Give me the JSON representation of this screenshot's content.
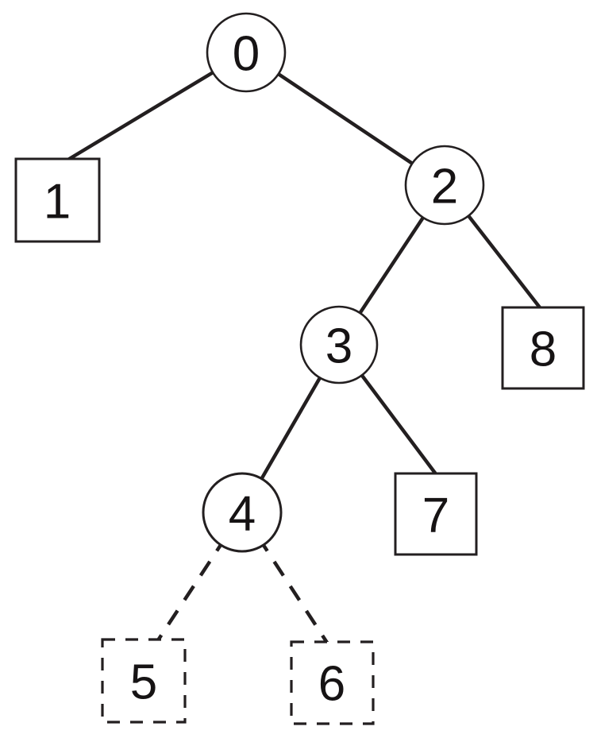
{
  "diagram": {
    "type": "binary-tree",
    "colors": {
      "background": "#FFFFFF",
      "line": "#231F20",
      "node_fill": "#FFFFFF",
      "highlight_fill": "#F390B8",
      "text": "#161314"
    },
    "nodes": [
      {
        "id": "0",
        "label": "0",
        "shape": "circle",
        "border": "solid",
        "highlighted": false
      },
      {
        "id": "1",
        "label": "1",
        "shape": "square",
        "border": "solid",
        "highlighted": false
      },
      {
        "id": "2",
        "label": "2",
        "shape": "circle",
        "border": "solid",
        "highlighted": false
      },
      {
        "id": "3",
        "label": "3",
        "shape": "circle",
        "border": "solid",
        "highlighted": false
      },
      {
        "id": "4",
        "label": "4",
        "shape": "circle",
        "border": "solid",
        "highlighted": true
      },
      {
        "id": "5",
        "label": "5",
        "shape": "square",
        "border": "dashed",
        "highlighted": false
      },
      {
        "id": "6",
        "label": "6",
        "shape": "square",
        "border": "dashed",
        "highlighted": false
      },
      {
        "id": "7",
        "label": "7",
        "shape": "square",
        "border": "solid",
        "highlighted": false
      },
      {
        "id": "8",
        "label": "8",
        "shape": "square",
        "border": "solid",
        "highlighted": false
      }
    ],
    "edges": [
      {
        "from": "0",
        "to": "1",
        "style": "solid"
      },
      {
        "from": "0",
        "to": "2",
        "style": "solid"
      },
      {
        "from": "2",
        "to": "3",
        "style": "solid"
      },
      {
        "from": "2",
        "to": "8",
        "style": "solid"
      },
      {
        "from": "3",
        "to": "4",
        "style": "solid"
      },
      {
        "from": "3",
        "to": "7",
        "style": "solid"
      },
      {
        "from": "4",
        "to": "5",
        "style": "dashed"
      },
      {
        "from": "4",
        "to": "6",
        "style": "dashed"
      }
    ]
  }
}
